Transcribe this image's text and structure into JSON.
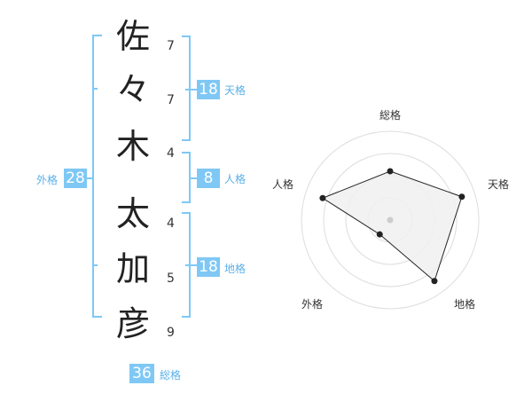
{
  "name": {
    "chars": [
      {
        "char": "佐",
        "strokes": "7"
      },
      {
        "char": "々",
        "strokes": "7"
      },
      {
        "char": "木",
        "strokes": "4"
      },
      {
        "char": "太",
        "strokes": "4"
      },
      {
        "char": "加",
        "strokes": "5"
      },
      {
        "char": "彦",
        "strokes": "9"
      }
    ]
  },
  "kaku": {
    "tenkaku": {
      "label": "天格",
      "value": "18"
    },
    "jinkaku": {
      "label": "人格",
      "value": "8"
    },
    "chikaku": {
      "label": "地格",
      "value": "18"
    },
    "gaikaku": {
      "label": "外格",
      "value": "28"
    },
    "soukaku": {
      "label": "総格",
      "value": "36"
    }
  },
  "colors": {
    "accent": "#7fc8f5",
    "accent_text": "#5ab0e8",
    "polygon_fill": "#f0f0f0",
    "polygon_stroke": "#222222",
    "ring": "#dddddd"
  },
  "chart_data": {
    "type": "radar",
    "axes": [
      "総格",
      "天格",
      "地格",
      "外格",
      "人格"
    ],
    "values": [
      0.55,
      0.85,
      0.85,
      0.2,
      0.8
    ],
    "value_range": [
      0,
      1
    ],
    "rings": 4
  }
}
